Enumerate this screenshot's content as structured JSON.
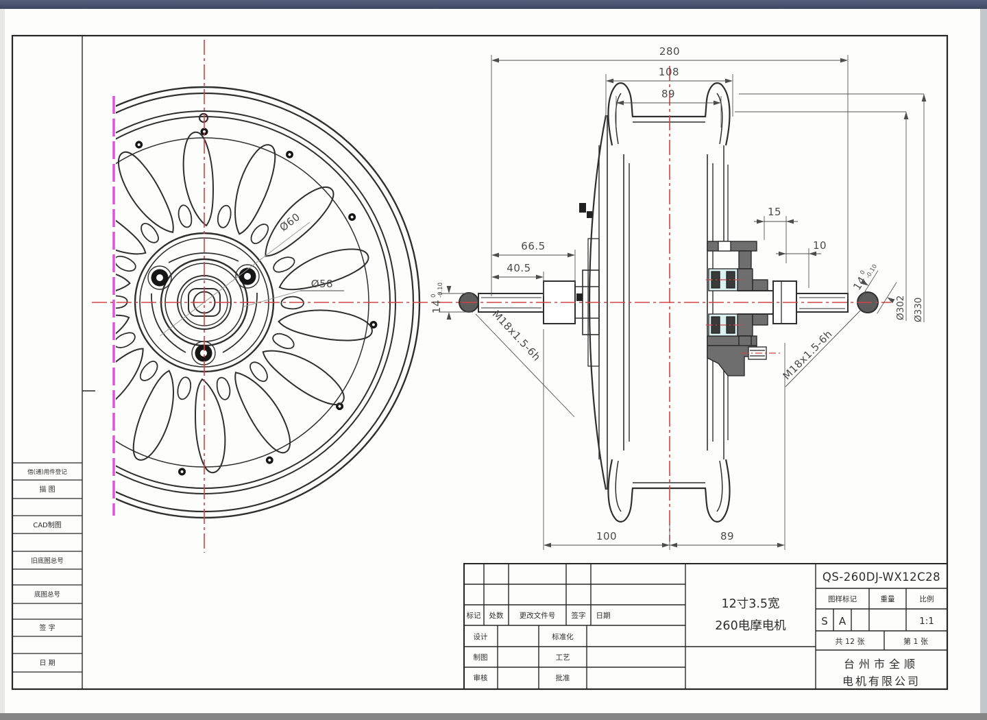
{
  "drawing": {
    "part_number": "QS-260DJ-WX12C28",
    "product_line1": "12寸3.5宽",
    "product_line2": "260电摩电机",
    "company_line1": "台州市全顺",
    "company_line2": "电机有限公司"
  },
  "dimensions": {
    "front": {
      "bolt_circle": "Ø60",
      "hub": "Ø58"
    },
    "section": {
      "overall": "280",
      "rim_width": "108",
      "bead_width": "89",
      "left_a": "66.5",
      "left_b": "40.5",
      "boss": "15",
      "washer": "10",
      "bottom_left": "100",
      "bottom_right": "89",
      "rim_inner_dia": "Ø302",
      "rim_outer_dia": "Ø330",
      "thread_left": "M18x1.5-6h",
      "thread_right": "M18x1.5-6h",
      "flat_left": {
        "v": "14",
        "up": "0",
        "lo": "-0.10"
      },
      "flat_right": {
        "v": "14",
        "up": "0",
        "lo": "-0.10"
      }
    }
  },
  "side_table": {
    "rows": [
      "借(通)用件登记",
      "描 图",
      "",
      "CAD制图",
      "",
      "旧底图总号",
      "",
      "底图总号",
      "",
      "签  字",
      "",
      "日  期",
      ""
    ]
  },
  "title_block": {
    "rev": {
      "mark": "标记",
      "count": "处数",
      "doc_no": "更改文件号",
      "sign": "签字",
      "date": "日期"
    },
    "roles": {
      "design": "设计",
      "standard": "标准化",
      "draft": "制图",
      "process": "工艺",
      "check": "审核",
      "approve": "批准"
    },
    "right": {
      "stamp": "图样标记",
      "weight": "重量",
      "scale": "比例"
    },
    "stamp_s": "S",
    "stamp_a": "A",
    "scale_value": "1:1",
    "sheets_total": "共 12 张",
    "sheets_page": "第 1 张"
  },
  "colors": {
    "centerline_red": "#d24444",
    "magenta_line": "#e052dc",
    "bearing_fill": "#d9f1f1",
    "casting_gray": "#6e6e6e",
    "line_black": "#2f2f2f"
  }
}
